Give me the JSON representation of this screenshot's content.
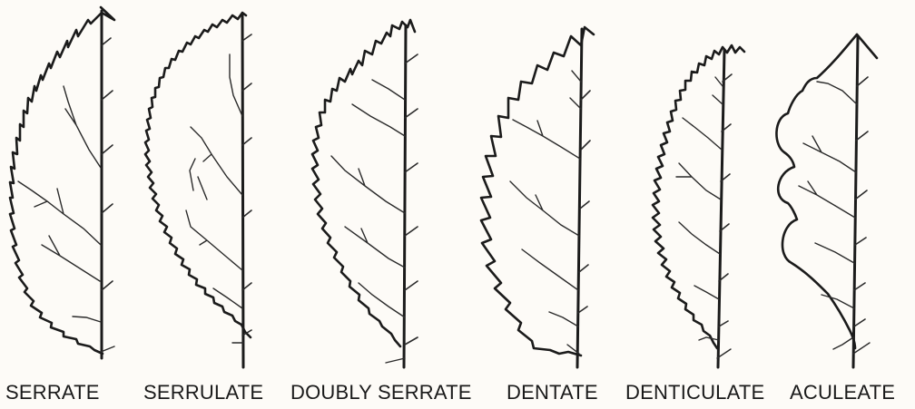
{
  "labels": [
    "SERRATE",
    "SERRULATE",
    "DOUBLY SERRATE",
    "DENTATE",
    "DENTICULATE",
    "ACULEATE"
  ],
  "colors": {
    "background": "#fdfbf7",
    "ink": "#1b1b1b"
  }
}
